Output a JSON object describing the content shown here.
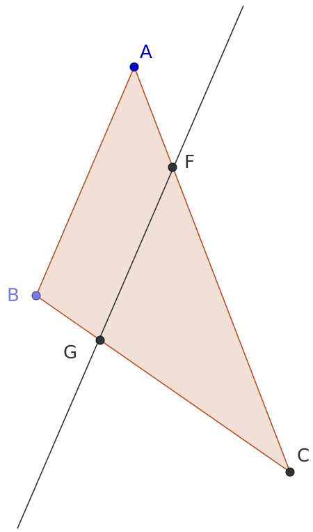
{
  "points": [
    {
      "id": "A",
      "label": "A",
      "color": "#0000cc"
    },
    {
      "id": "B",
      "label": "B",
      "color": "#7b7bdc"
    },
    {
      "id": "C",
      "label": "C",
      "color": "#333333"
    },
    {
      "id": "F",
      "label": "F",
      "color": "#333333"
    },
    {
      "id": "G",
      "label": "G",
      "color": "#333333"
    }
  ],
  "triangle": {
    "vertices": [
      "A",
      "B",
      "C"
    ],
    "fill": "#f2e0d6",
    "stroke": "#b0542a"
  },
  "line": {
    "through": [
      "F",
      "G"
    ],
    "color": "#333333"
  }
}
